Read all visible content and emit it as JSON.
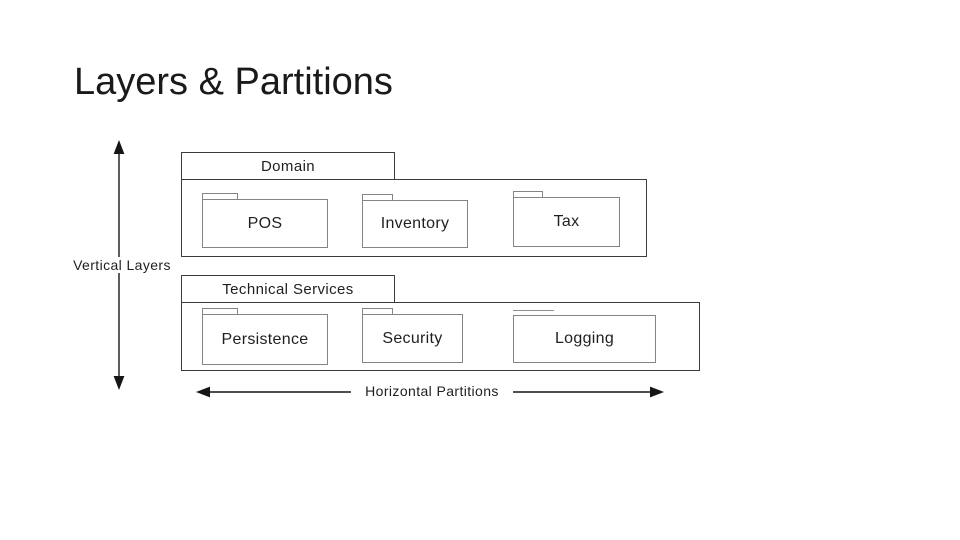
{
  "slide": {
    "title": "Layers & Partitions"
  },
  "diagram": {
    "vertical_axis_label": "Vertical Layers",
    "horizontal_axis_label": "Horizontal Partitions",
    "layers": [
      {
        "name": "Domain",
        "packages": [
          "POS",
          "Inventory",
          "Tax"
        ]
      },
      {
        "name": "Technical Services",
        "packages": [
          "Persistence",
          "Security",
          "Logging"
        ]
      }
    ]
  },
  "colors": {
    "background": "#ffffff",
    "text": "#1a1a1a",
    "arrow_line": "#161616",
    "layer_border": "#3c3c3c",
    "package_border": "#848484"
  }
}
